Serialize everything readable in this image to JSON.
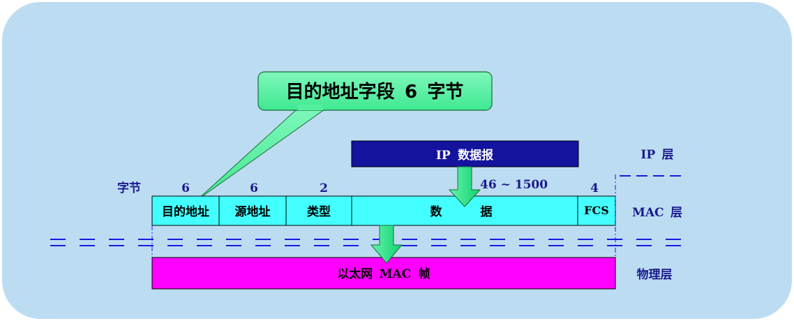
{
  "callout": {
    "text_prefix": "目的地址字段",
    "text_num": "6",
    "text_suffix": "字节"
  },
  "ip_datagram": {
    "prefix": "IP",
    "label": "数据报"
  },
  "byte_label": "字节",
  "field_sizes": {
    "dest": "6",
    "src": "6",
    "type": "2",
    "data": "46 ~ 1500",
    "fcs": "4"
  },
  "mac_fields": {
    "dest": "目的地址",
    "src": "源地址",
    "type": "类型",
    "data_left": "数",
    "data_right": "据",
    "fcs": "FCS"
  },
  "frame": {
    "prefix": "以太网",
    "mac": "MAC",
    "suffix": "帧"
  },
  "layers": {
    "ip_prefix": "IP",
    "ip_suffix": "层",
    "mac_prefix": "MAC",
    "mac_suffix": "层",
    "physical": "物理层"
  },
  "colors": {
    "background_panel": "#bcdcf2",
    "callout_fill": "#5ef2a6",
    "ip_datagram_fill": "#13139e",
    "mac_frame_fill": "#44ffff",
    "ethernet_frame_fill": "#ff00ff",
    "arrow_fill": "#22ee88",
    "dashed_line": "#1a1ae0"
  }
}
